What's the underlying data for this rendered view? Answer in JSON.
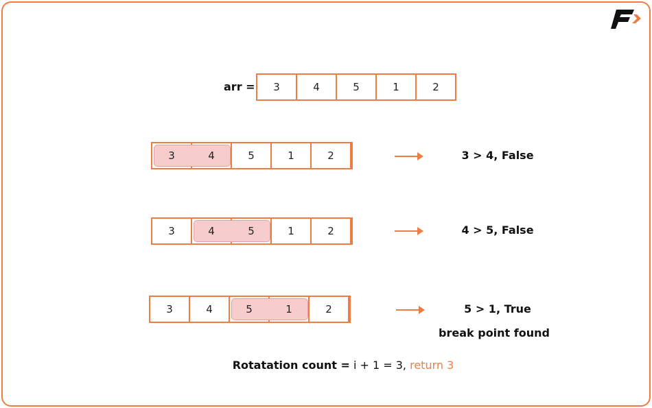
{
  "logo": "F",
  "arr_label": "arr =",
  "arr": [
    "3",
    "4",
    "5",
    "1",
    "2"
  ],
  "steps": [
    {
      "cells": [
        "3",
        "4",
        "5",
        "1",
        "2"
      ],
      "highlight": [
        0,
        1
      ],
      "result": "3 > 4, False"
    },
    {
      "cells": [
        "3",
        "4",
        "5",
        "1",
        "2"
      ],
      "highlight": [
        1,
        2
      ],
      "result": "4 > 5, False"
    },
    {
      "cells": [
        "3",
        "4",
        "5",
        "1",
        "2"
      ],
      "highlight": [
        2,
        3
      ],
      "result": "5 > 1, True",
      "note": "break point found"
    }
  ],
  "footer": {
    "bold": "Rotatation count =",
    "normal": " i + 1 = 3,",
    "accent": " return 3"
  }
}
